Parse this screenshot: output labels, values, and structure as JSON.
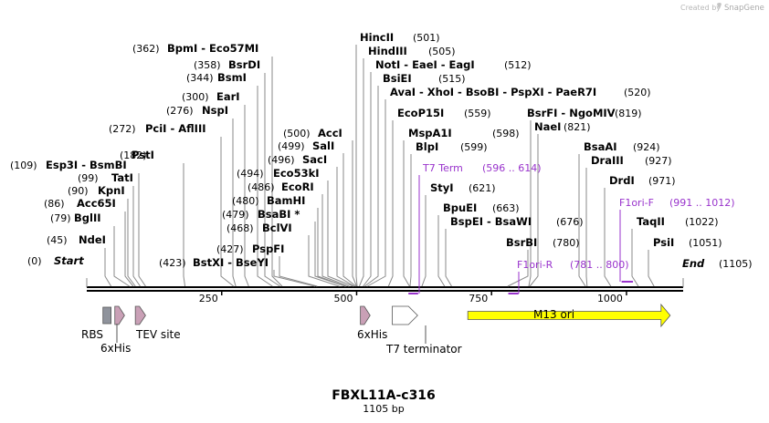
{
  "credit": {
    "prefix": "Created by",
    "brand": "SnapGene"
  },
  "map": {
    "name": "FBXL11A-c316",
    "size_label": "1105 bp",
    "length": 1105
  },
  "ticks": [
    {
      "value": 250,
      "label": "250"
    },
    {
      "value": 500,
      "label": "500"
    },
    {
      "value": 750,
      "label": "750"
    },
    {
      "value": 1000,
      "label": "1000"
    }
  ],
  "left_sites": [
    {
      "pos": "(362)",
      "text": "BpmI  -  Eco57MI",
      "site": 362
    },
    {
      "pos": "(358)",
      "text": "BsrDI",
      "site": 358
    },
    {
      "pos": "(344)",
      "text": "BsmI",
      "site": 344
    },
    {
      "pos": "(300)",
      "text": "EarI",
      "site": 300
    },
    {
      "pos": "(276)",
      "text": "NspI",
      "site": 276
    },
    {
      "pos": "(272)",
      "text": "PciI  -  AflIII",
      "site": 272
    },
    {
      "pos": "(182)",
      "text": "PstI",
      "site": 182
    },
    {
      "pos": "(109)",
      "text": "Esp3I  -  BsmBI",
      "site": 109
    },
    {
      "pos": "(99)",
      "text": "TatI",
      "site": 99
    },
    {
      "pos": "(90)",
      "text": "KpnI",
      "site": 90
    },
    {
      "pos": "(86)",
      "text": "Acc65I",
      "site": 86
    },
    {
      "pos": "(79)",
      "text": "BglII",
      "site": 79
    },
    {
      "pos": "(45)",
      "text": "NdeI",
      "site": 45
    },
    {
      "pos": "(0)",
      "text": "Start",
      "site": 0,
      "italic": true
    }
  ],
  "mid_sites": [
    {
      "pos": "(500)",
      "text": "AccI",
      "site": 500
    },
    {
      "pos": "(499)",
      "text": "SalI",
      "site": 499
    },
    {
      "pos": "(496)",
      "text": "SacI",
      "site": 496
    },
    {
      "pos": "(494)",
      "text": "Eco53kI",
      "site": 494
    },
    {
      "pos": "(486)",
      "text": "EcoRI",
      "site": 486
    },
    {
      "pos": "(480)",
      "text": "BamHI",
      "site": 480
    },
    {
      "pos": "(479)",
      "text": "BsaBI *",
      "site": 479
    },
    {
      "pos": "(468)",
      "text": "BclVI",
      "site": 468
    },
    {
      "pos": "(427)",
      "text": "PspFI",
      "site": 427
    },
    {
      "pos": "(423)",
      "text": "BstXI  -  BseYI",
      "site": 423
    }
  ],
  "right_sites": [
    {
      "text": "HincII",
      "pos": "(501)",
      "site": 501
    },
    {
      "text": "HindIII",
      "pos": "(505)",
      "site": 505
    },
    {
      "text": "NotI  -  EaeI  -  EagI",
      "pos": "(512)",
      "site": 512
    },
    {
      "text": "BsiEI",
      "pos": "(515)",
      "site": 515
    },
    {
      "text": "AvaI  -  XhoI  -  BsoBI  -  PspXI  -  PaeR7I",
      "pos": "(520)",
      "site": 520
    },
    {
      "text": "EcoP15I",
      "pos": "(559)",
      "site": 559
    },
    {
      "text": "MspA1I",
      "pos": "(598)",
      "site": 598
    },
    {
      "text": "BlpI",
      "pos": "(599)",
      "site": 599
    },
    {
      "text": "StyI",
      "pos": "(621)",
      "site": 621
    },
    {
      "text": "BpuEI",
      "pos": "(663)",
      "site": 663
    },
    {
      "text": "BspEI  -  BsaWI",
      "pos": "(676)",
      "site": 676
    },
    {
      "text": "BsrBI",
      "pos": "(780)",
      "site": 780
    },
    {
      "text": "BsrFI  -  NgoMIV",
      "pos": "(819)",
      "site": 819
    },
    {
      "text": "NaeI",
      "pos": "(821)",
      "site": 821
    },
    {
      "text": "BsaAI",
      "pos": "(924)",
      "site": 924
    },
    {
      "text": "DraIII",
      "pos": "(927)",
      "site": 927
    },
    {
      "text": "DrdI",
      "pos": "(971)",
      "site": 971
    },
    {
      "text": "TaqII",
      "pos": "(1022)",
      "site": 1022
    },
    {
      "text": "PsiI",
      "pos": "(1051)",
      "site": 1051
    },
    {
      "text": "End",
      "pos": "(1105)",
      "site": 1105,
      "italic": true
    }
  ],
  "primers": [
    {
      "name": "T7 Term",
      "range": "(596 .. 614)",
      "start": 596,
      "end": 614,
      "strand": "reverse"
    },
    {
      "name": "F1ori-R",
      "range": "(781 .. 800)",
      "start": 781,
      "end": 800,
      "strand": "reverse"
    },
    {
      "name": "F1ori-F",
      "range": "(991 .. 1012)",
      "start": 991,
      "end": 1012,
      "strand": "forward"
    }
  ],
  "features": [
    {
      "label": "RBS",
      "type": "box",
      "color": "#8f939c",
      "start": 30,
      "end": 45
    },
    {
      "label": "6xHis",
      "type": "arrow",
      "color": "#c9a0b6",
      "start": 52,
      "end": 70
    },
    {
      "label": "TEV site",
      "type": "arrow",
      "color": "#c9a0b6",
      "start": 90,
      "end": 109
    },
    {
      "label": "6xHis",
      "type": "arrow",
      "color": "#c9a0b6",
      "start": 507,
      "end": 525
    },
    {
      "label": "T7 terminator",
      "type": "arrow",
      "color": "#ffffff",
      "start": 566,
      "end": 613
    },
    {
      "label": "M13 ori",
      "type": "arrow",
      "color": "#ffff00",
      "start": 706,
      "end": 1081
    }
  ],
  "colors": {
    "primer": "#9933cc",
    "backbone": "#000000"
  }
}
